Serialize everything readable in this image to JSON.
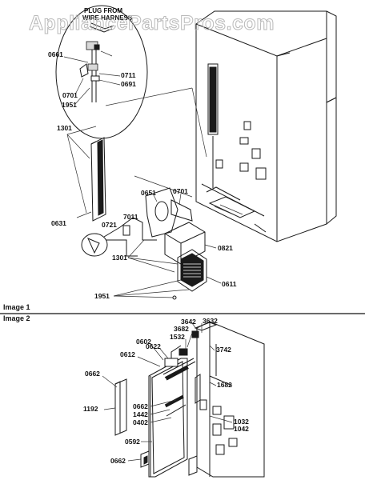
{
  "watermark": "AppliancePartsPros.com",
  "section_labels": {
    "image1": "Image 1",
    "image2": "Image 2"
  },
  "callout": {
    "line1": "PLUG FROM",
    "line2": "WIRE HARNESS"
  },
  "parts_image1": {
    "p0661": "0661",
    "p0711": "0711",
    "p0691": "0691",
    "p0701a": "0701",
    "p1951a": "1951",
    "p1301a": "1301",
    "p0631": "0631",
    "p0651": "0651",
    "p0701b": "0701",
    "p7011": "7011",
    "p0721": "0721",
    "p0821": "0821",
    "p1301b": "1301",
    "p0611": "0611",
    "p1951b": "1951"
  },
  "parts_image2": {
    "p3642": "3642",
    "p3632": "3632",
    "p3682": "3682",
    "p1532": "1532",
    "p3742": "3742",
    "p0602": "0602",
    "p0622": "0622",
    "p0612": "0612",
    "p0662a": "0662",
    "p1682": "1682",
    "p1192": "1192",
    "p0662b": "0662",
    "p1442": "1442",
    "p0402": "0402",
    "p1032": "1032",
    "p1042": "1042",
    "p0592": "0592",
    "p0662c": "0662"
  }
}
